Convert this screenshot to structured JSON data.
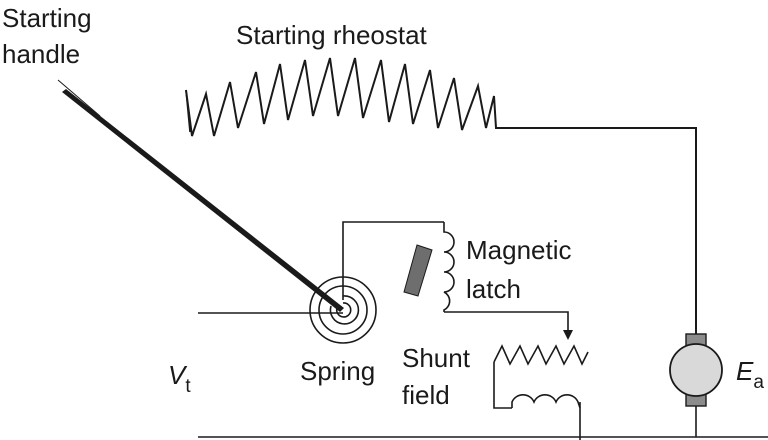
{
  "labels": {
    "starting_handle_1": "Starting",
    "starting_handle_2": "handle",
    "starting_rheostat": "Starting rheostat",
    "magnetic_latch_1": "Magnetic",
    "magnetic_latch_2": "latch",
    "spring": "Spring",
    "shunt_field_1": "Shunt",
    "shunt_field_2": "field",
    "vt_main": "V",
    "vt_sub": "t",
    "ea_main": "E",
    "ea_sub": "a"
  },
  "colors": {
    "line": "#1a1a1a",
    "latch_fill": "#6e6e6e",
    "armature_fill": "#d9d9d9",
    "brush_fill": "#8c8c8c"
  }
}
